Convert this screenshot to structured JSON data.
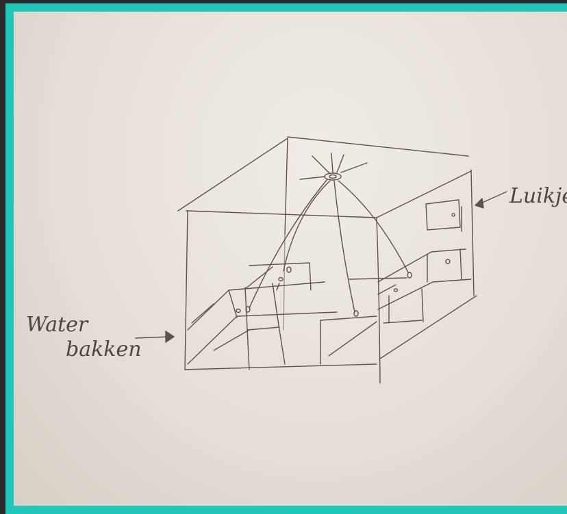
{
  "labels": {
    "luikje": "Luikje",
    "water_line1": "Water",
    "water_line2": "bakken"
  },
  "colors": {
    "frame_border": "#1fc8b8",
    "paper": "#ebe5df",
    "pencil": "#5a524c"
  }
}
